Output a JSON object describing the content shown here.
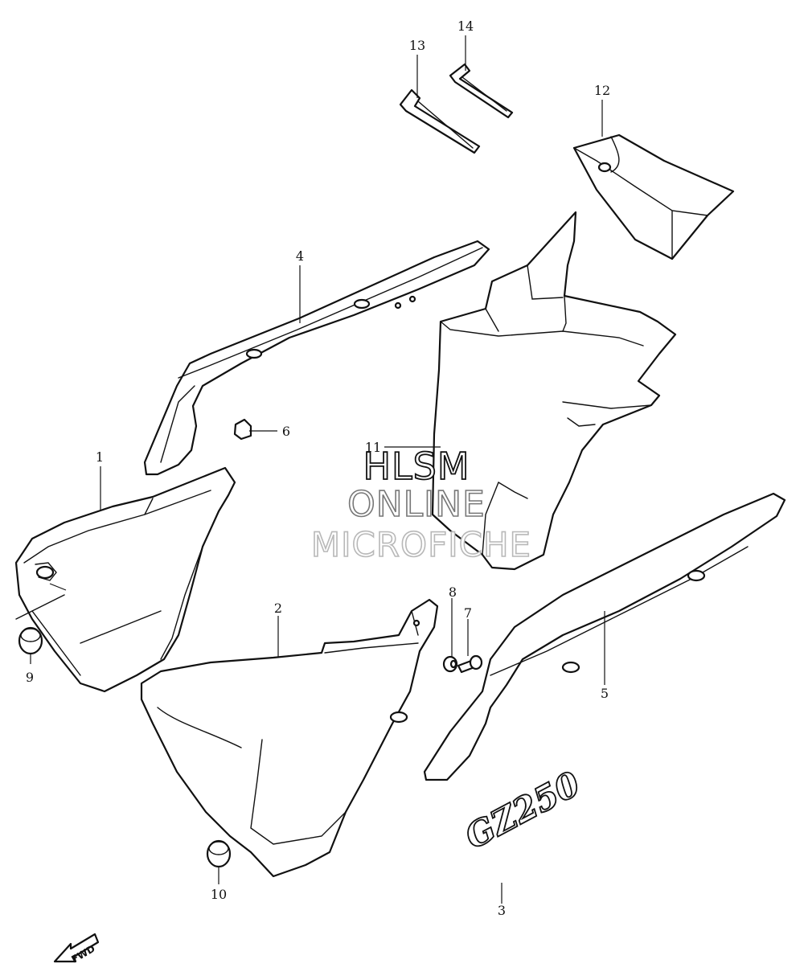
{
  "callouts": {
    "c1": "1",
    "c2": "2",
    "c3": "3",
    "c4": "4",
    "c5": "5",
    "c6": "6",
    "c7": "7",
    "c8": "8",
    "c9": "9",
    "c10": "10",
    "c11": "11",
    "c12": "12",
    "c13": "13",
    "c14": "14"
  },
  "watermark": {
    "line1": "HLSM",
    "line2": "ONLINE",
    "line3": "MICROFICHE"
  },
  "emblem_text": "GZ250",
  "fwd_label": "FWD",
  "icons": {
    "fwd": "fwd-arrow-icon"
  },
  "colors": {
    "line": "#111111",
    "background": "#ffffff",
    "watermark": "#777777"
  }
}
